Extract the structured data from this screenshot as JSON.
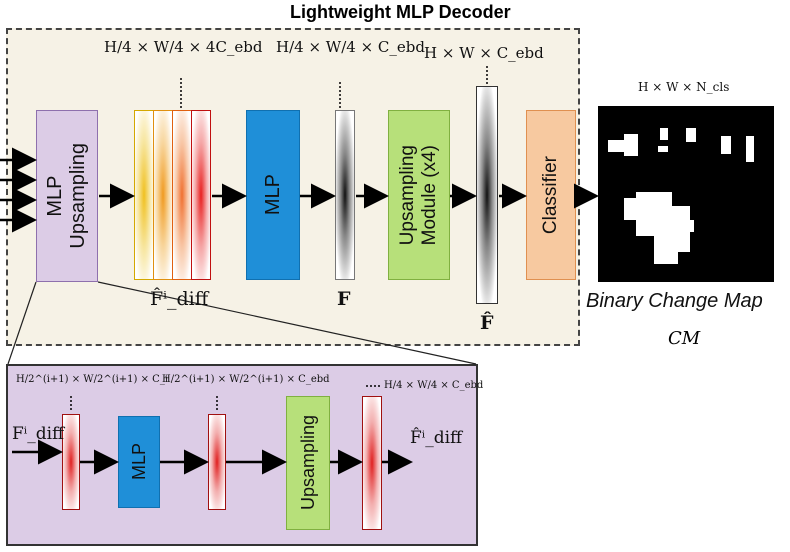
{
  "decoder": {
    "title": "Lightweight MLP Decoder",
    "mlp_upsampling_label": "MLP\nUpsampling",
    "mlp_label": "MLP",
    "upsampling_module_label": "Upsampling\nModule (x4)",
    "classifier_label": "Classifier",
    "dim_concat": "H/4 × W/4 × 4C_ebd",
    "dim_fused": "H/4 × W/4 × C_ebd",
    "dim_upsampled": "H × W × C_ebd",
    "dim_output": "H × W × N_cls",
    "label_fhat_diff": "F̂ⁱ_diff",
    "label_f": "F",
    "label_fhat": "F̂"
  },
  "output": {
    "title": "Binary Change Map",
    "symbol": "CM"
  },
  "detail": {
    "mlp_label": "MLP",
    "upsampling_label": "Upsampling",
    "dim_input": "H/2^(i+1) × W/2^(i+1) × C_i",
    "dim_mid": "H/2^(i+1) × W/2^(i+1) × C_ebd",
    "dim_out": "H/4 × W/4 × C_ebd",
    "label_in": "Fⁱ_diff",
    "label_out": "F̂ⁱ_diff"
  },
  "colors": {
    "decoder_bg": "#f6f2e6",
    "detail_bg": "#dccce6",
    "mlp_blue": "#1f8fd8",
    "upsampling_green": "#b7e07a",
    "classifier_orange": "#f7c9a0",
    "mlp_upsampling_purple": "#dccce6"
  }
}
